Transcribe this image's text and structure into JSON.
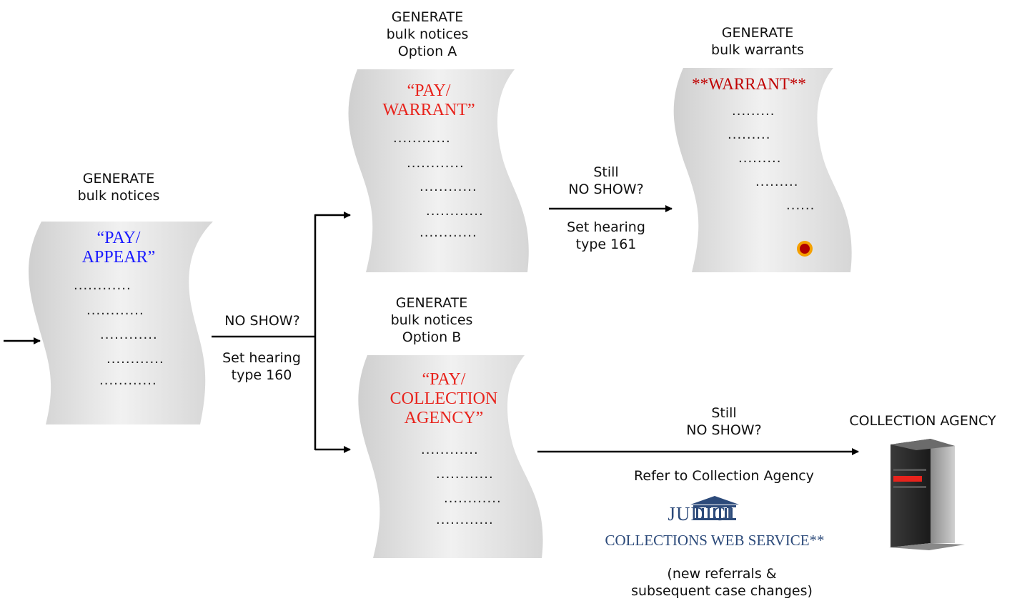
{
  "doc1": {
    "heading": [
      "GENERATE",
      "bulk notices"
    ],
    "title": [
      "“PAY/",
      "APPEAR”"
    ],
    "title_color": "#1a1aff",
    "dots": [
      "............",
      "............",
      "............",
      "............",
      "............"
    ]
  },
  "doc2": {
    "heading": [
      "GENERATE",
      "bulk notices",
      "Option A"
    ],
    "title": [
      "“PAY/",
      "WARRANT”"
    ],
    "title_color": "#e8231c",
    "dots": [
      "............",
      "............",
      "............",
      "............",
      "............"
    ]
  },
  "doc3": {
    "heading": [
      "GENERATE",
      "bulk warrants"
    ],
    "title": [
      "**WARRANT**"
    ],
    "title_color": "#c00000",
    "dots": [
      ".........",
      ".........",
      ".........",
      ".........",
      "......"
    ]
  },
  "doc4": {
    "heading": [
      "GENERATE",
      "bulk notices",
      "Option B"
    ],
    "title": [
      "“PAY/",
      "COLLECTION",
      "AGENCY”"
    ],
    "title_color": "#e8231c",
    "dots": [
      "............",
      "............",
      "............",
      "............"
    ]
  },
  "arrow1": {
    "question": "NO SHOW?",
    "action": [
      "Set hearing",
      "type 160"
    ]
  },
  "arrow2": {
    "question": [
      "Still",
      "NO SHOW?"
    ],
    "action": [
      "Set hearing",
      "type 161"
    ]
  },
  "arrow3": {
    "question": [
      "Still",
      "NO SHOW?"
    ],
    "action": "Refer to Collection Agency"
  },
  "collection_agency": {
    "label": "COLLECTION AGENCY"
  },
  "logo": {
    "line1": "JUDICI",
    "line2": "COLLECTIONS WEB SERVICE**"
  },
  "referrals_note": [
    "(new referrals &",
    "subsequent case changes)"
  ],
  "colors": {
    "paper": "#e6e6e6",
    "arrow": "#000000",
    "logo": "#2c4a7a"
  }
}
